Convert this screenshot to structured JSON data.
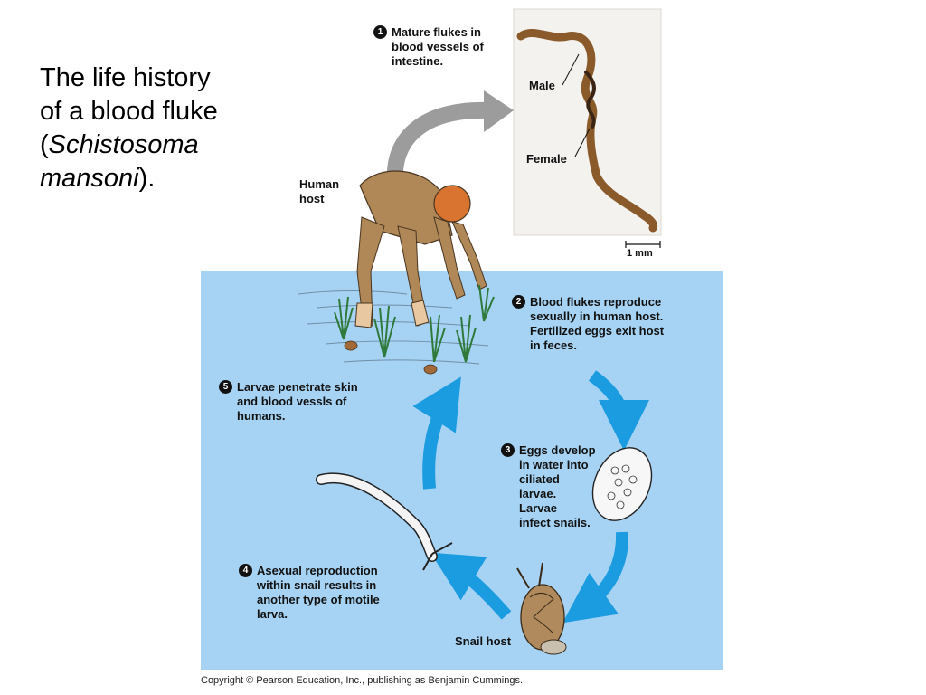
{
  "title": {
    "line1": "The life history",
    "line2": "of a blood fluke",
    "paren_open": "(",
    "species_genus": "Schistosoma",
    "species_epithet": "mansoni",
    "paren_close": ")."
  },
  "labels": {
    "human_host_1": "Human",
    "human_host_2": "host",
    "male": "Male",
    "female": "Female",
    "scale": "1 mm",
    "snail_host": "Snail host"
  },
  "steps": [
    {
      "number": "1",
      "lines": [
        "Mature flukes in",
        "blood vessels of",
        "intestine."
      ]
    },
    {
      "number": "2",
      "lines": [
        "Blood flukes reproduce",
        "sexually in human host.",
        "Fertilized eggs exit host",
        "in feces."
      ]
    },
    {
      "number": "3",
      "lines": [
        "Eggs develop",
        "in water into",
        "ciliated",
        "larvae.",
        "Larvae",
        "infect snails."
      ]
    },
    {
      "number": "4",
      "lines": [
        "Asexual reproduction",
        "within snail results in",
        "another type of motile",
        "larva."
      ]
    },
    {
      "number": "5",
      "lines": [
        "Larvae penetrate skin",
        "and blood vessls of",
        "humans."
      ]
    }
  ],
  "copyright": "Copyright © Pearson Education, Inc., publishing as Benjamin Cummings.",
  "colors": {
    "water": "#a6d3f4",
    "cycle_arrow": "#1b9be0",
    "grey_arrow": "#9c9c9c",
    "fluke": "#8a5a2b",
    "micrograph_bg": "#f4f2ef"
  }
}
